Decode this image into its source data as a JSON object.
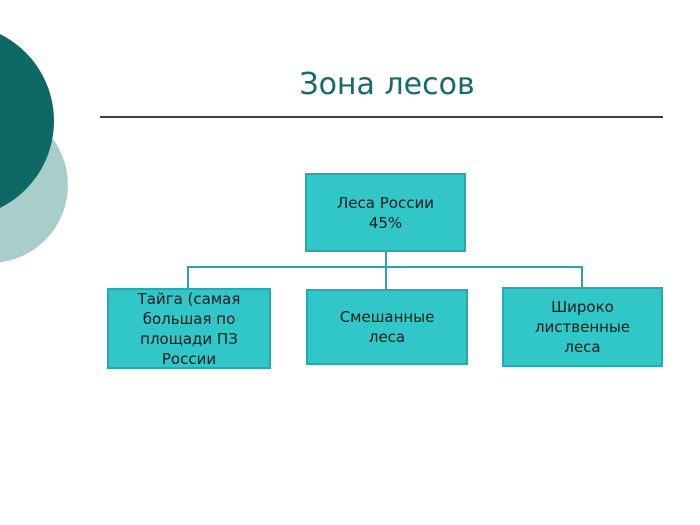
{
  "slide": {
    "title": "Зона лесов"
  },
  "diagram": {
    "root": {
      "label": "Леса России\n45%"
    },
    "children": [
      {
        "label": "Тайга (самая\nбольшая по\nплощади ПЗ\nРоссии"
      },
      {
        "label": "Смешанные\nлеса"
      },
      {
        "label": "Широко\nлиственные\nлеса"
      }
    ]
  },
  "colors": {
    "title": "#17696d",
    "box_fill": "#31c7c9",
    "box_border": "#27a9ad",
    "connector": "#2ba4a8",
    "circle_dark": "#0e6866",
    "circle_light": "#a9cdca",
    "divider": "#404040",
    "box_text": "#1a1a1a"
  }
}
